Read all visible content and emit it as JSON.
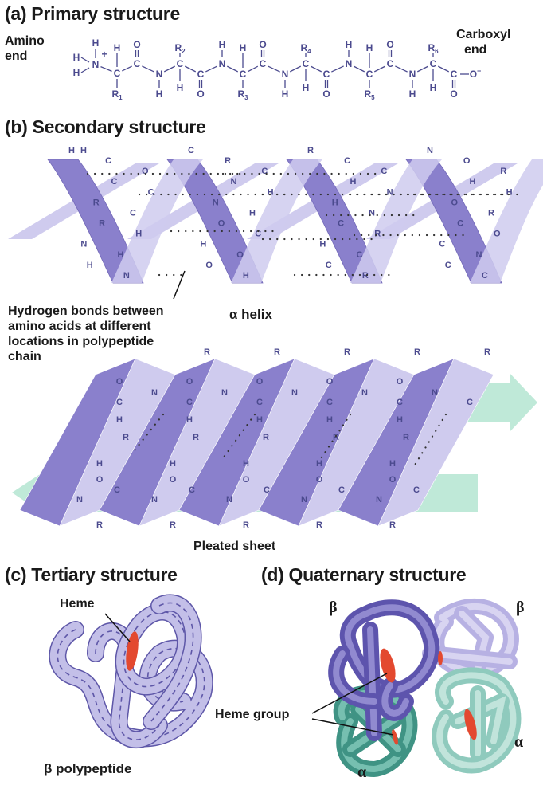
{
  "headings": {
    "a": "(a) Primary structure",
    "b": "(b) Secondary structure",
    "c": "(c) Tertiary structure",
    "d": "(d) Quaternary structure"
  },
  "primary": {
    "amino_end": [
      "Amino",
      "end"
    ],
    "carboxyl_end": [
      "Carboxyl",
      "end"
    ],
    "atoms": [
      "H",
      "H",
      "H",
      "N",
      "+",
      "H",
      "C",
      "R1",
      "O",
      "C",
      "N",
      "H",
      "R2",
      "C",
      "H",
      "C",
      "O",
      "H",
      "N",
      "H",
      "C",
      "R3",
      "O",
      "C",
      "N",
      "H",
      "R4",
      "C",
      "H",
      "C",
      "O",
      "H",
      "N",
      "H",
      "C",
      "R5",
      "O",
      "C",
      "N",
      "H",
      "R6",
      "C",
      "H",
      "C",
      "O",
      "O-"
    ]
  },
  "secondary": {
    "hbond_label": [
      "Hydrogen bonds between",
      "amino acids at different",
      "locations in polypeptide",
      "chain"
    ],
    "helix_label": "α helix",
    "sheet_label": "Pleated sheet",
    "helix_atoms": [
      "H",
      "C",
      "R",
      "N",
      "H",
      "O",
      "C",
      "C",
      "N",
      "H",
      "H",
      "C",
      "R",
      "O",
      "C",
      "C",
      "R",
      "N",
      "H",
      "O",
      "C",
      "N",
      "H",
      "H",
      "C",
      "R",
      "C",
      "O",
      "N",
      "H",
      "R",
      "C",
      "H",
      "O",
      "C",
      "N",
      "H",
      "C",
      "R",
      "O",
      "C",
      "H",
      "N",
      "R",
      "C",
      "H",
      "N",
      "H",
      "O",
      "C",
      "C",
      "R",
      "H"
    ],
    "sheet_atoms": [
      "C",
      "N",
      "C",
      "N",
      "C",
      "N",
      "C",
      "N",
      "C",
      "N",
      "C",
      "O",
      "H",
      "R",
      "O",
      "H",
      "R",
      "O",
      "H",
      "R",
      "O",
      "H",
      "R",
      "O",
      "H",
      "R",
      "N",
      "C",
      "N",
      "C",
      "N",
      "C",
      "N",
      "C",
      "N",
      "C",
      "H",
      "O",
      "R",
      "H",
      "O",
      "R",
      "H",
      "O",
      "R",
      "H",
      "O",
      "R",
      "H",
      "O",
      "R",
      "R",
      "R",
      "R",
      "R",
      "R"
    ]
  },
  "tertiary": {
    "heme_label": "Heme",
    "chain_label": "β polypeptide"
  },
  "quaternary": {
    "heme_label": "Heme group",
    "subunits": [
      "β",
      "β",
      "α",
      "α"
    ]
  },
  "colors": {
    "atom": "#4b4a8e",
    "ribbon_dark": "#8a80cc",
    "ribbon_light": "#cfcbee",
    "arrow": "#bfe9d8",
    "heme": "#e3492f",
    "beta_dark": "#6f66b8",
    "beta_light": "#c3bfe8",
    "alpha_dark": "#4e9e90",
    "alpha_light": "#9fd3c7"
  }
}
